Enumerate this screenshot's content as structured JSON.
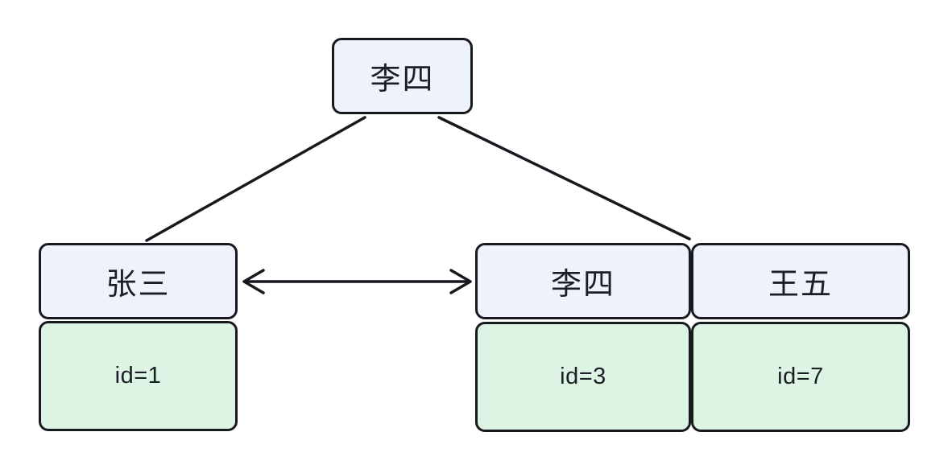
{
  "diagram": {
    "root": {
      "label": "李四"
    },
    "nodes": [
      {
        "name": "张三",
        "id_label": "id=1"
      },
      {
        "name": "李四",
        "id_label": "id=3"
      },
      {
        "name": "王五",
        "id_label": "id=7"
      }
    ],
    "edges": [
      {
        "from": "李四(root)",
        "to": "张三",
        "type": "line"
      },
      {
        "from": "李四(root)",
        "to": "王五",
        "type": "line"
      },
      {
        "from": "张三",
        "to": "李四",
        "type": "double-arrow"
      }
    ],
    "colors": {
      "background": "#ffffff",
      "name_box_fill": "#eef2fb",
      "id_box_fill": "#ddf4e4",
      "stroke": "#17191e",
      "text": "#1b1e26"
    }
  }
}
